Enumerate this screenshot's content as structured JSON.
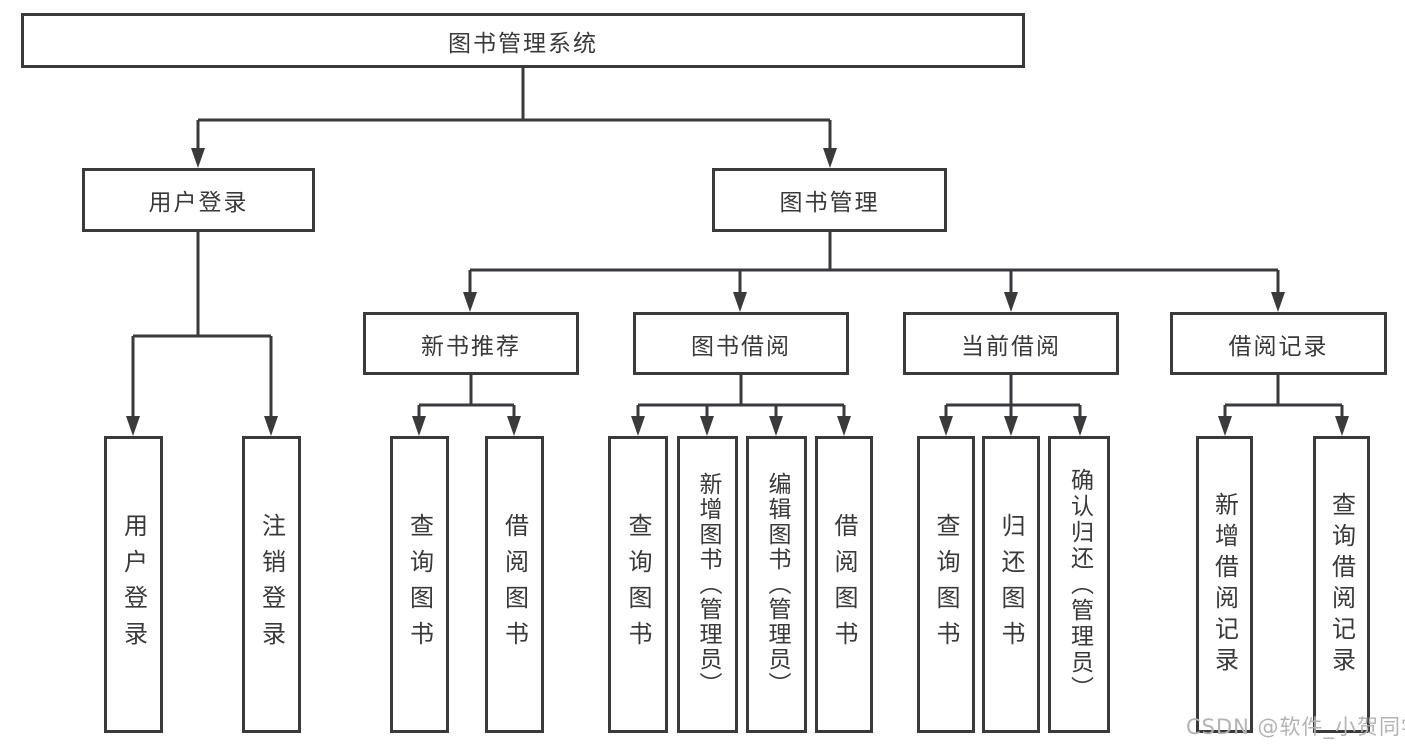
{
  "colors": {
    "line": "#3a3a3c",
    "text": "#39393b",
    "watermark": "#b3b3b3",
    "bg": "#ffffff"
  },
  "tree": {
    "root": {
      "label": "图书管理系统"
    },
    "branches": [
      {
        "label": "用户登录",
        "children": [
          {
            "label": "用户登录"
          },
          {
            "label": "注销登录"
          }
        ]
      },
      {
        "label": "图书管理",
        "children": [
          {
            "label": "新书推荐",
            "children": [
              {
                "label": "查询图书"
              },
              {
                "label": "借阅图书"
              }
            ]
          },
          {
            "label": "图书借阅",
            "children": [
              {
                "label": "查询图书"
              },
              {
                "label": "新增图书（管理员）"
              },
              {
                "label": "编辑图书（管理员）"
              },
              {
                "label": "借阅图书"
              }
            ]
          },
          {
            "label": "当前借阅",
            "children": [
              {
                "label": "查询图书"
              },
              {
                "label": "归还图书"
              },
              {
                "label": "确认归还（管理员）"
              }
            ]
          },
          {
            "label": "借阅记录",
            "children": [
              {
                "label": "新增借阅记录"
              },
              {
                "label": "查询借阅记录"
              }
            ]
          }
        ]
      }
    ]
  },
  "watermark": {
    "text": "CSDN @软件_小贺同学"
  }
}
